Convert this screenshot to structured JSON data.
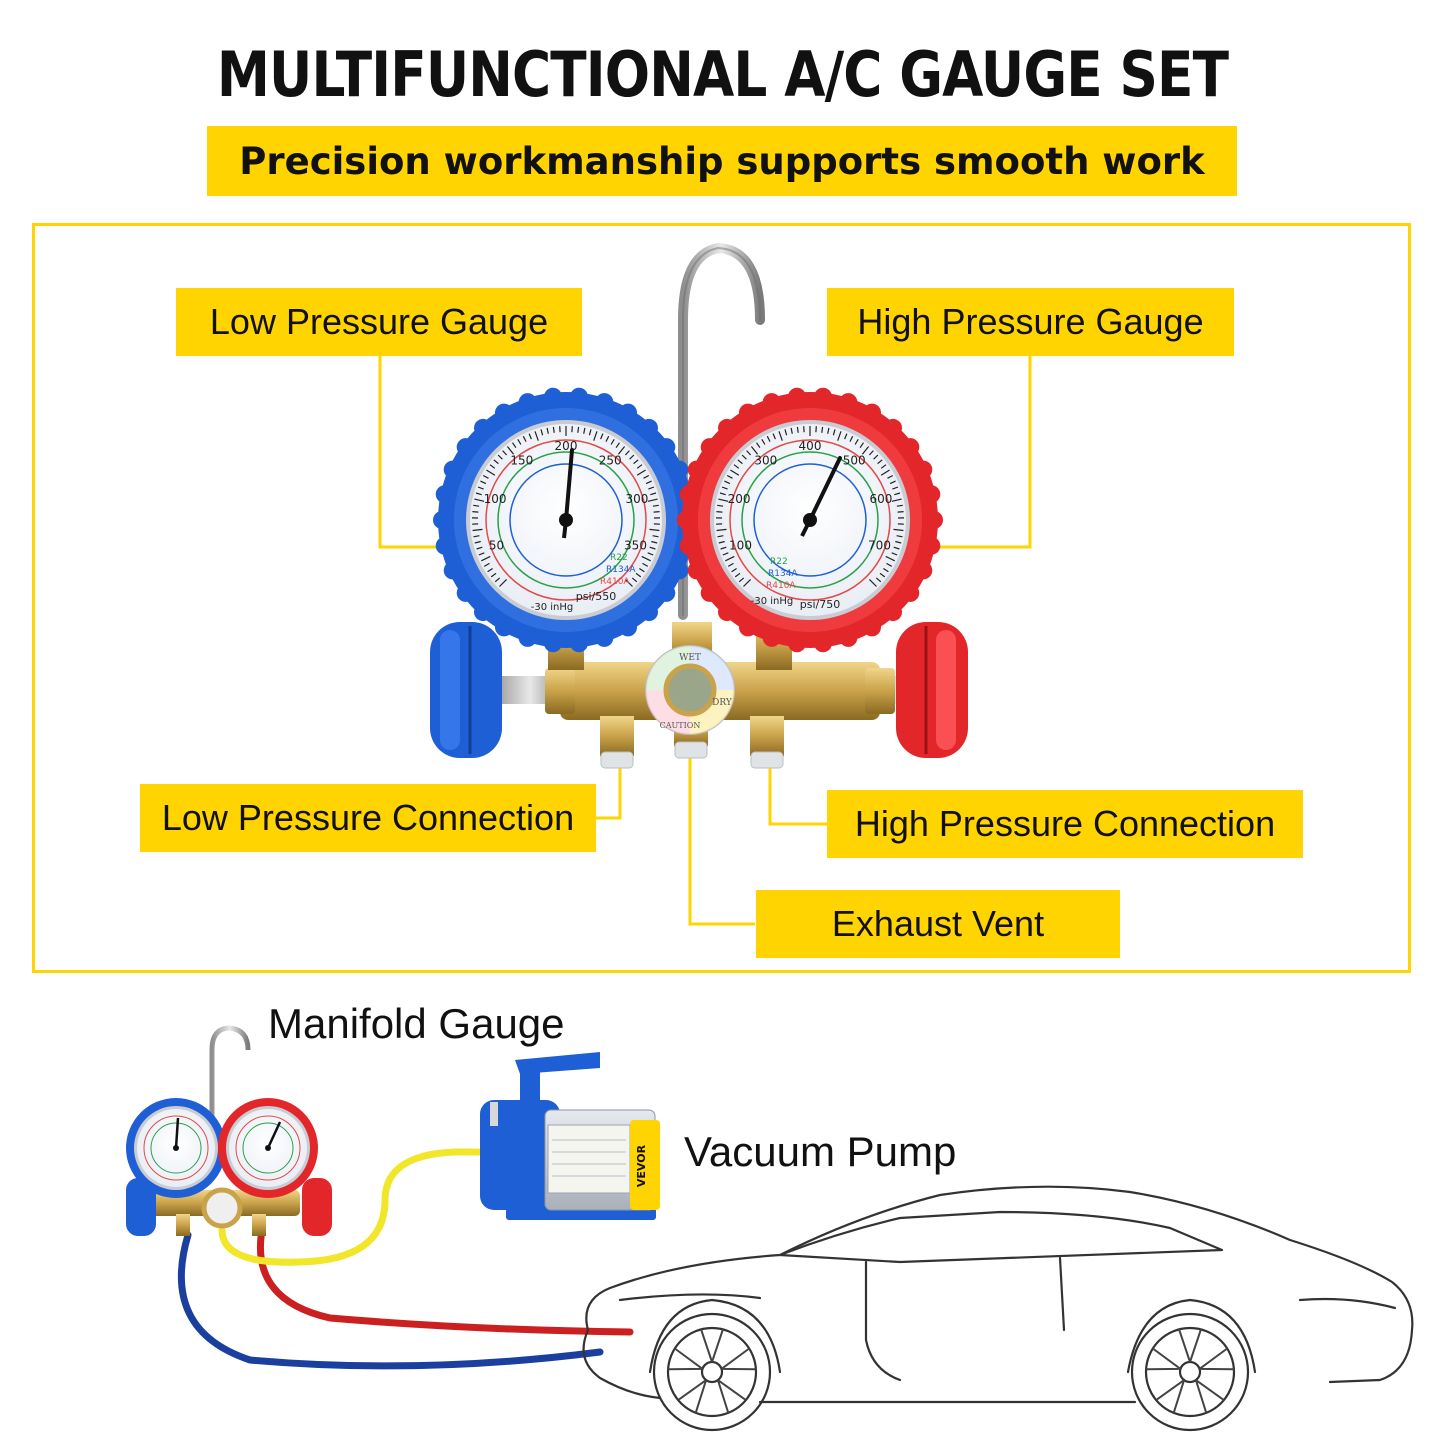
{
  "title": "MULTIFUNCTIONAL A/C GAUGE SET",
  "subtitle": "Precision workmanship supports smooth work",
  "callouts": {
    "low_pressure_gauge": "Low Pressure Gauge",
    "high_pressure_gauge": "High Pressure Gauge",
    "low_pressure_connection": "Low Pressure Connection",
    "high_pressure_connection": "High Pressure Connection",
    "exhaust_vent": "Exhaust Vent"
  },
  "scene": {
    "manifold_gauge": "Manifold Gauge",
    "vacuum_pump": "Vacuum Pump",
    "pump_brand": "VEVOR"
  },
  "low_gauge": {
    "ticks": [
      "50",
      "100",
      "150",
      "200",
      "250",
      "300",
      "350"
    ],
    "bottom_marks": [
      "-30",
      "inHg",
      "psi",
      "550"
    ],
    "scale_labels": [
      "R22",
      "R134A",
      "R410A"
    ]
  },
  "high_gauge": {
    "ticks": [
      "100",
      "200",
      "300",
      "400",
      "500",
      "600",
      "700"
    ],
    "bottom_marks": [
      "-30",
      "inHg",
      "psi",
      "750"
    ],
    "scale_labels": [
      "R22",
      "R134A",
      "R410A"
    ]
  },
  "sight_glass": [
    "WET",
    "DRY",
    "CAUTION"
  ],
  "colors": {
    "accent_yellow": "#ffd400",
    "low_side_blue": "#1e5fd6",
    "high_side_red": "#e3262a",
    "brass": "#c9a24a",
    "hose_yellow": "#f2e62a"
  }
}
